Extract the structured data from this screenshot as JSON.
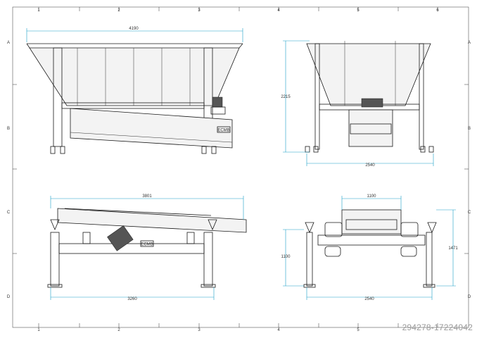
{
  "grid": {
    "columns": [
      "1",
      "2",
      "3",
      "4",
      "5",
      "6"
    ],
    "rows": [
      "A",
      "B",
      "C",
      "D"
    ]
  },
  "dimensions": {
    "side_top_length": "4190",
    "front_top_height": "2215",
    "front_top_width": "2540",
    "side_bottom_length": "3801",
    "side_bottom_base": "3260",
    "front_bottom_top": "1100",
    "front_bottom_height_left": "1100",
    "front_bottom_height_right": "1471",
    "front_bottom_width": "2540"
  },
  "labels": {
    "plate_a": "ECMB",
    "plate_b": "ECMB"
  },
  "stamp": "294278-17224042",
  "colors": {
    "dimension": "#1aa0c8",
    "line": "#1a1a1a"
  }
}
